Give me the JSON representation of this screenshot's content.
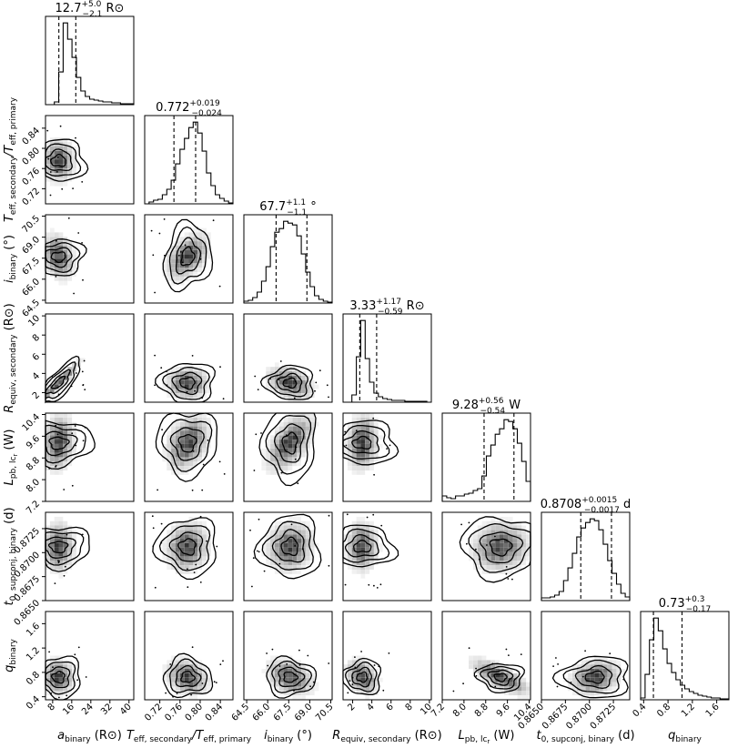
{
  "chart_data": {
    "type": "corner",
    "parameters": [
      {
        "id": "a",
        "label_main": "a",
        "label_sub": "binary",
        "label_unit": " (R⊙)",
        "title_value": "12.7",
        "title_plus": "+5.0",
        "title_minus": "−2.1",
        "title_unit": "R⊙",
        "range": [
          5,
          42
        ],
        "ticks": [
          8,
          16,
          24,
          32,
          40
        ],
        "tick_labels": [
          "8",
          "16",
          "24",
          "32",
          "40"
        ],
        "center": 10.5,
        "quantiles": [
          10.6,
          17.7
        ]
      },
      {
        "id": "t",
        "label_main": "T",
        "label_sub": "eff, secondary",
        "label_mid": "/T",
        "label_sub2": "eff, primary",
        "label_unit": "",
        "title_value": "0.772",
        "title_plus": "+0.019",
        "title_minus": "−0.024",
        "title_unit": "",
        "range": [
          0.69,
          0.865
        ],
        "ticks": [
          0.72,
          0.76,
          0.8,
          0.84
        ],
        "tick_labels": [
          "0.72",
          "0.76",
          "0.80",
          "0.84"
        ],
        "center": 0.775,
        "quantiles": [
          0.748,
          0.791
        ]
      },
      {
        "id": "i",
        "label_main": "i",
        "label_sub": "binary",
        "label_unit": " (°)",
        "title_value": "67.7",
        "title_plus": "+1.1",
        "title_minus": "−1.1",
        "title_unit": "°",
        "range": [
          64.3,
          70.6
        ],
        "ticks": [
          64.5,
          66.0,
          67.5,
          69.0,
          70.5
        ],
        "tick_labels": [
          "64.5",
          "66.0",
          "67.5",
          "69.0",
          "70.5"
        ],
        "center": 67.6,
        "quantiles": [
          66.6,
          68.8
        ]
      },
      {
        "id": "r",
        "label_main": "R",
        "label_sub": "equiv, secondary",
        "label_unit": " (R⊙)",
        "title_value": "3.33",
        "title_plus": "+1.17",
        "title_minus": "−0.59",
        "title_unit": "R⊙",
        "range": [
          1.0,
          10.2
        ],
        "ticks": [
          2,
          4,
          6,
          8,
          10
        ],
        "tick_labels": [
          "2",
          "4",
          "6",
          "8",
          "10"
        ],
        "center": 3.0,
        "quantiles": [
          2.74,
          4.5
        ]
      },
      {
        "id": "l",
        "label_main": "L",
        "label_sub": "pb, lc",
        "label_sub_r": "r",
        "label_unit": " (W)",
        "title_value": "9.28",
        "title_plus": "+0.56",
        "title_minus": "−0.54",
        "title_unit": "W",
        "range": [
          7.2,
          10.45
        ],
        "ticks": [
          7.2,
          8.0,
          8.8,
          9.6,
          10.4
        ],
        "tick_labels": [
          "7.2",
          "8.0",
          "8.8",
          "9.6",
          "10.4"
        ],
        "center": 9.35,
        "quantiles": [
          8.74,
          9.84
        ]
      },
      {
        "id": "t0",
        "label_main": "t",
        "label_sub": "0, supconj, binary",
        "label_unit": " (d)",
        "title_value": "0.8708",
        "title_plus": "+0.0015",
        "title_minus": "−0.0017",
        "title_unit": "d",
        "range": [
          0.865,
          0.8742
        ],
        "ticks": [
          0.865,
          0.8675,
          0.87,
          0.8725
        ],
        "tick_labels": [
          "0.8650",
          "0.8675",
          "0.8700",
          "0.8725"
        ],
        "center": 0.8706,
        "quantiles": [
          0.8691,
          0.8723
        ]
      },
      {
        "id": "q",
        "label_main": "q",
        "label_sub": "binary",
        "label_unit": "",
        "title_value": "0.73",
        "title_plus": "+0.3",
        "title_minus": "−0.17",
        "title_unit": "",
        "range": [
          0.35,
          1.8
        ],
        "ticks": [
          0.4,
          0.8,
          1.2,
          1.6
        ],
        "tick_labels": [
          "0.4",
          "0.8",
          "1.2",
          "1.6"
        ],
        "center": 0.72,
        "quantiles": [
          0.56,
          1.03
        ]
      }
    ],
    "histograms": [
      [
        0,
        0,
        3,
        36,
        90,
        72,
        52,
        30,
        15,
        9,
        6,
        5,
        4,
        3,
        3,
        2,
        2,
        1,
        1,
        1
      ],
      [
        0,
        2,
        4,
        5,
        10,
        16,
        26,
        44,
        60,
        72,
        84,
        90,
        78,
        58,
        34,
        20,
        10,
        6,
        3,
        1
      ],
      [
        2,
        3,
        6,
        12,
        24,
        40,
        62,
        78,
        82,
        90,
        88,
        86,
        74,
        54,
        34,
        18,
        8,
        4,
        2,
        1
      ],
      [
        0,
        0,
        8,
        50,
        90,
        48,
        22,
        10,
        6,
        4,
        3,
        2,
        2,
        2,
        1,
        1,
        1,
        1,
        1,
        0
      ],
      [
        6,
        4,
        3,
        6,
        6,
        8,
        9,
        12,
        14,
        28,
        50,
        62,
        74,
        80,
        90,
        88,
        80,
        64,
        44,
        22
      ],
      [
        3,
        3,
        4,
        6,
        10,
        22,
        36,
        52,
        70,
        80,
        86,
        90,
        88,
        78,
        62,
        44,
        30,
        18,
        8,
        4
      ],
      [
        2,
        28,
        66,
        90,
        76,
        56,
        40,
        30,
        22,
        16,
        12,
        9,
        7,
        5,
        4,
        3,
        2,
        2,
        1,
        1
      ]
    ]
  }
}
